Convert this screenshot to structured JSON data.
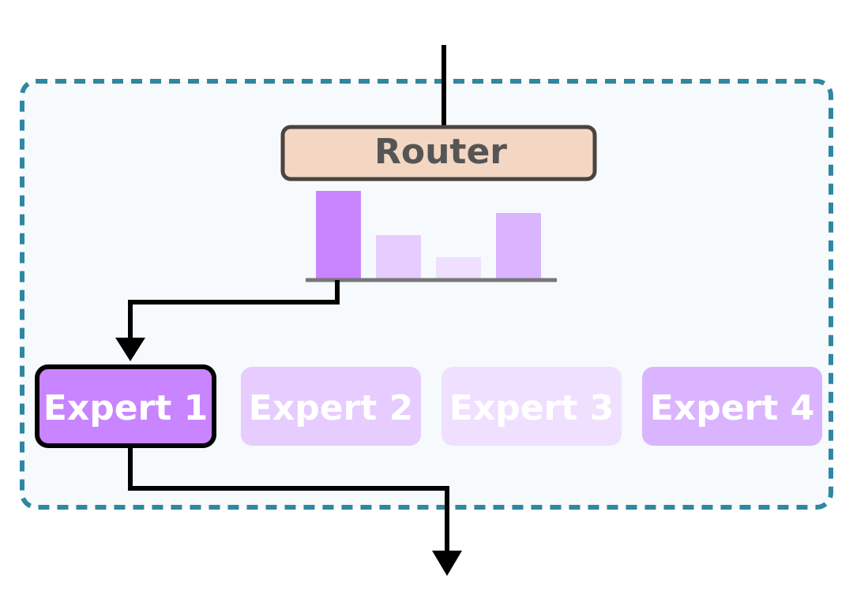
{
  "colors": {
    "background": "#ffffff",
    "moe_block_fill": "#f6fafd",
    "moe_block_border": "#2f87a0",
    "router_fill": "#f3d7c2",
    "router_border": "#4a4340",
    "router_text": "#555555",
    "arrow": "#000000",
    "expert_text": "#ffffff",
    "baseline": "#777777"
  },
  "router": {
    "label": "Router"
  },
  "router_scores": [
    {
      "expert": "Expert 1",
      "value": 1.0,
      "color": "#c885ff"
    },
    {
      "expert": "Expert 2",
      "value": 0.5,
      "color": "#e6ccff"
    },
    {
      "expert": "Expert 3",
      "value": 0.25,
      "color": "#f0e0ff"
    },
    {
      "expert": "Expert 4",
      "value": 0.75,
      "color": "#dbb4ff"
    }
  ],
  "experts": [
    {
      "label": "Expert 1",
      "selected": true,
      "color": "#c885ff"
    },
    {
      "label": "Expert 2",
      "selected": false,
      "color": "#e6ccff"
    },
    {
      "label": "Expert 3",
      "selected": false,
      "color": "#f0e0ff"
    },
    {
      "label": "Expert 4",
      "selected": false,
      "color": "#dbb4ff"
    }
  ]
}
